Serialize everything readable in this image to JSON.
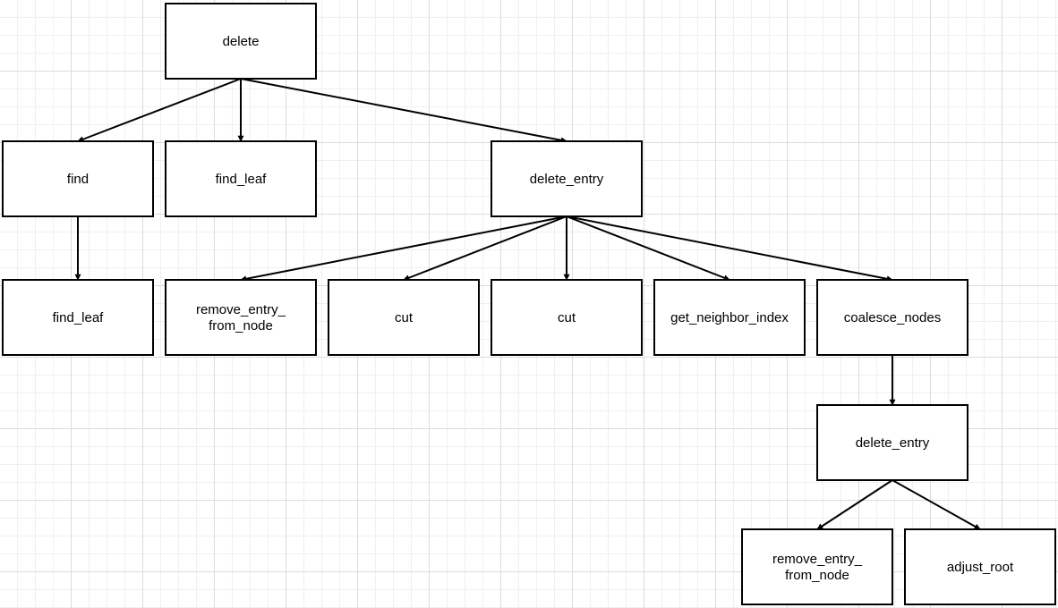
{
  "diagram": {
    "nodes": [
      {
        "id": "delete",
        "lines": [
          "delete"
        ]
      },
      {
        "id": "find",
        "lines": [
          "find"
        ]
      },
      {
        "id": "find_leaf_1",
        "lines": [
          "find_leaf"
        ]
      },
      {
        "id": "delete_entry_1",
        "lines": [
          "delete_entry"
        ]
      },
      {
        "id": "find_leaf_2",
        "lines": [
          "find_leaf"
        ]
      },
      {
        "id": "remove_entry_from_node_1",
        "lines": [
          "remove_entry_",
          "from_node"
        ]
      },
      {
        "id": "cut_1",
        "lines": [
          "cut"
        ]
      },
      {
        "id": "cut_2",
        "lines": [
          "cut"
        ]
      },
      {
        "id": "get_neighbor_index",
        "lines": [
          "get_neighbor_index"
        ]
      },
      {
        "id": "coalesce_nodes",
        "lines": [
          "coalesce_nodes"
        ]
      },
      {
        "id": "delete_entry_2",
        "lines": [
          "delete_entry"
        ]
      },
      {
        "id": "remove_entry_from_node_2",
        "lines": [
          "remove_entry_",
          "from_node"
        ]
      },
      {
        "id": "adjust_root",
        "lines": [
          "adjust_root"
        ]
      }
    ],
    "edges": [
      {
        "from": "delete",
        "to": "find"
      },
      {
        "from": "delete",
        "to": "find_leaf_1"
      },
      {
        "from": "delete",
        "to": "delete_entry_1"
      },
      {
        "from": "find",
        "to": "find_leaf_2"
      },
      {
        "from": "delete_entry_1",
        "to": "remove_entry_from_node_1"
      },
      {
        "from": "delete_entry_1",
        "to": "cut_1"
      },
      {
        "from": "delete_entry_1",
        "to": "cut_2"
      },
      {
        "from": "delete_entry_1",
        "to": "get_neighbor_index"
      },
      {
        "from": "delete_entry_1",
        "to": "coalesce_nodes"
      },
      {
        "from": "coalesce_nodes",
        "to": "delete_entry_2"
      },
      {
        "from": "delete_entry_2",
        "to": "remove_entry_from_node_2"
      },
      {
        "from": "delete_entry_2",
        "to": "adjust_root"
      }
    ]
  }
}
